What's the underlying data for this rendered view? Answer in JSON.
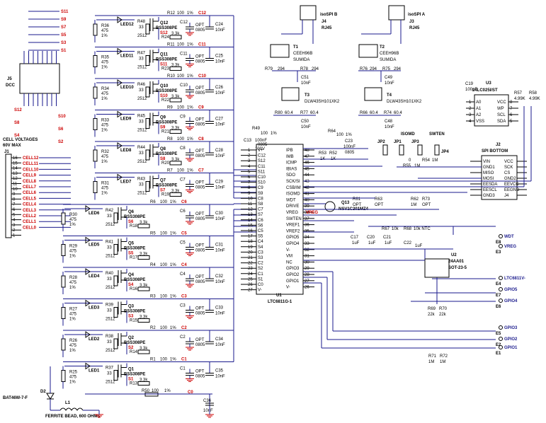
{
  "connectors": {
    "j5": {
      "ref": "J5",
      "name": "DCC"
    },
    "j1": {
      "ref": "J1",
      "title_line1": "CELL VOLTAGES",
      "title_line2": "60V MAX"
    },
    "j4": {
      "ref": "J4",
      "name": "RJ45",
      "label": "isoSPI B"
    },
    "j3": {
      "ref": "J3",
      "name": "RJ45",
      "label": "isoSPI A"
    },
    "j2": {
      "ref": "J2",
      "name": "SPI BOTTOM"
    }
  },
  "cell_labels": [
    "CELL12",
    "CELL11",
    "CELL10",
    "CELL9",
    "CELL8",
    "CELL7",
    "CELL6",
    "CELL5",
    "CELL4",
    "CELL3",
    "CELL2",
    "CELL1",
    "CELL0"
  ],
  "j1_pins": [
    "16",
    "15",
    "14",
    "13",
    "12",
    "11",
    "10",
    "9",
    "8",
    "7",
    "6",
    "5",
    "4",
    "3",
    "2",
    "1"
  ],
  "s_labels": [
    "S11",
    "S9",
    "S7",
    "S5",
    "S3",
    "S1",
    "S12",
    "S10",
    "S8",
    "S6",
    "S4",
    "S2"
  ],
  "channels": [
    {
      "led": "LED12",
      "rled": "R36",
      "q": "Q12",
      "rg": "R48",
      "rs": "R24",
      "rf": "R12",
      "c": "C12",
      "cf": "C24",
      "s": "S12",
      "cell": "C12"
    },
    {
      "led": "LED11",
      "rled": "R35",
      "q": "Q11",
      "rg": "R47",
      "rs": "R23",
      "rf": "R11",
      "c": "C11",
      "cf": "C25",
      "s": "S11",
      "cell": "C11"
    },
    {
      "led": "LED10",
      "rled": "R34",
      "q": "Q10",
      "rg": "R46",
      "rs": "R22",
      "rf": "R10",
      "c": "C10",
      "cf": "C26",
      "s": "S10",
      "cell": "C10"
    },
    {
      "led": "LED9",
      "rled": "R33",
      "q": "Q9",
      "rg": "R45",
      "rs": "R21",
      "rf": "R9",
      "c": "C9",
      "cf": "C27",
      "s": "S9",
      "cell": "C9"
    },
    {
      "led": "LED8",
      "rled": "R32",
      "q": "Q8",
      "rg": "R44",
      "rs": "R20",
      "rf": "R8",
      "c": "C8",
      "cf": "C28",
      "s": "S8",
      "cell": "C8"
    },
    {
      "led": "LED7",
      "rled": "R31",
      "q": "Q7",
      "rg": "R43",
      "rs": "R19",
      "rf": "R7",
      "c": "C7",
      "cf": "C29",
      "s": "S7",
      "cell": "C7"
    },
    {
      "led": "LED6",
      "rled": "R30",
      "q": "Q6",
      "rg": "R42",
      "rs": "R18",
      "rf": "R6",
      "c": "C6",
      "cf": "C30",
      "s": "S6",
      "cell": "C6"
    },
    {
      "led": "LED5",
      "rled": "R29",
      "q": "Q5",
      "rg": "R41",
      "rs": "R17",
      "rf": "R5",
      "c": "C5",
      "cf": "C31",
      "s": "S5",
      "cell": "C5"
    },
    {
      "led": "LED4",
      "rled": "R28",
      "q": "Q4",
      "rg": "R40",
      "rs": "R16",
      "rf": "R4",
      "c": "C4",
      "cf": "C32",
      "s": "S4",
      "cell": "C4"
    },
    {
      "led": "LED3",
      "rled": "R27",
      "q": "Q3",
      "rg": "R39",
      "rs": "R15",
      "rf": "R3",
      "c": "C3",
      "cf": "C33",
      "s": "S3",
      "cell": "C3"
    },
    {
      "led": "LED2",
      "rled": "R26",
      "q": "Q2",
      "rg": "R38",
      "rs": "R14",
      "rf": "R2",
      "c": "C2",
      "cf": "C34",
      "s": "S2",
      "cell": "C2"
    },
    {
      "led": "LED1",
      "rled": "R25",
      "q": "Q1",
      "rg": "R37",
      "rs": "R13",
      "rf": "R1",
      "c": "C1",
      "cf": "C35",
      "s": "S1",
      "cell": "C1"
    }
  ],
  "common": {
    "r475": "475",
    "r1pct": "1%",
    "r33": "33",
    "size2512": "2512",
    "mosfet": "BSS308PE",
    "r3k3": "3.3k",
    "r100": "100",
    "r1pct_short": "1%",
    "opt": "OPT",
    "size0805": "0805",
    "c10nf": "10nF"
  },
  "bottom": {
    "r50": "R50",
    "r50_val": "100",
    "r50_tol": "1%",
    "c36": "C36",
    "c36_val": "10nF",
    "c0": "C0",
    "d2": "D2",
    "d2_part": "BAT46W-7-F",
    "l1": "L1",
    "l1_desc": "FERRITE BEAD, 600 OHMS"
  },
  "ic": {
    "ref": "U1",
    "part": "LTC6811G-1",
    "left_pins": [
      "V+",
      "C12",
      "S12",
      "C11",
      "S11",
      "C10",
      "S10",
      "C9",
      "S9",
      "C8",
      "S8",
      "C7",
      "S7",
      "C6",
      "S6",
      "C5",
      "S5",
      "C4",
      "S4",
      "C3",
      "S3",
      "C2",
      "S2",
      "C1",
      "S1",
      "C0",
      "V-"
    ],
    "left_nums": [
      "1",
      "2",
      "3",
      "4",
      "5",
      "6",
      "7",
      "8",
      "9",
      "10",
      "11",
      "12",
      "13",
      "14",
      "15",
      "16",
      "17",
      "18",
      "19",
      "20",
      "21",
      "22",
      "23",
      "24",
      "25",
      "26",
      "27"
    ],
    "right_pins": [
      "IPB",
      "IMB",
      "ICMP",
      "IBIAS",
      "SDO",
      "SCK/SI",
      "CSB/IM",
      "ISOMD",
      "WDT",
      "DRIVE",
      "VREG",
      "SWTEN",
      "VREF1",
      "VREF2",
      "GPIO5",
      "GPIO4",
      "V-",
      "VM",
      "NC",
      "GPIO3",
      "GPIO2",
      "GPIO1",
      "V-"
    ],
    "right_nums": [
      "48",
      "47",
      "46",
      "45",
      "44",
      "43",
      "42",
      "41",
      "40",
      "39",
      "38",
      "37",
      "36",
      "35",
      "34",
      "33",
      "32",
      "31",
      "30",
      "29",
      "28",
      "27",
      "26"
    ]
  },
  "isospi": {
    "t1": "T1",
    "t1_part": "CEEH96B",
    "t1_mfr": "SUMIDA",
    "t2": "T2",
    "t2_part": "CEEH96B",
    "t2_mfr": "SUMIDA",
    "t3": "T3",
    "t3_part": "DLW43SH101XK2",
    "t4": "T4",
    "t4_part": "DLW43SH101XK2",
    "r79": "R79",
    "r79_val": "294",
    "r78": "R78",
    "r78_val": "294",
    "r76": "R76",
    "r76_val": "294",
    "r75": "R75",
    "r75_val": "294",
    "c51": "C51",
    "c51_val": "10nF",
    "c49": "C49",
    "c49_val": "10nF",
    "r80": "R80",
    "r80_val": "60.4",
    "r77": "R77",
    "r77_val": "60.4",
    "r66": "R66",
    "r66_val": "60.4",
    "r74": "R74",
    "r74_val": "60.4",
    "c50": "C50",
    "c50_val": "10nF",
    "c48": "C48",
    "c48_val": "10nF",
    "r64": "R64",
    "r64_val": "100",
    "r64_tol": "1%",
    "r53": "R53",
    "r53_val": "1K",
    "r52": "R52",
    "r52_val": "1K",
    "c23": "C23",
    "c23_val": "100nF",
    "c23_size": "0805",
    "r49": "R49",
    "r49_val": "100",
    "r49_tol": "1%",
    "c13": "C13",
    "c13_val": "100nF",
    "c13_size": "0805",
    "c13_v": "100V"
  },
  "right_block": {
    "u3": "U3",
    "u3_part": "24LC025I/ST",
    "u3_left": [
      "A0",
      "A1",
      "A2",
      "VSS"
    ],
    "u3_right": [
      "VCC",
      "WP",
      "SCL",
      "SDA"
    ],
    "c19": "C19",
    "c19_val": "100nF",
    "r57": "R57",
    "r57_val": "4.99K",
    "r58": "R58",
    "r58_val": "4.99K",
    "jp2": "JP2",
    "jp1": "JP1",
    "jp3": "JP3",
    "jp4": "JP4",
    "isomd": "ISOMD",
    "swten": "SWTEN",
    "r55": "R55",
    "r55_val": "1M",
    "r54": "R54",
    "r54_val": "1M",
    "r56": "0",
    "j2_left": [
      "VIN",
      "GND1",
      "MISO",
      "MOSI",
      "EESDA",
      "EESCL",
      "GND3"
    ],
    "j2_right": [
      "VCC",
      "SCK",
      "CS",
      "GND2",
      "EEVCC",
      "EEGND",
      "J4"
    ],
    "r63": "R63",
    "r63_val": "OPT",
    "r62": "R62",
    "r62_val": "1M",
    "r73": "R73",
    "r73_val": "OPT",
    "r61": "R61",
    "r61_val": "OPT"
  },
  "analog": {
    "q13": "Q13",
    "q13_part": "NSV1C201MZ4",
    "vreg": "VREG",
    "r67": "R67",
    "r67_val": "10k",
    "r68": "R68",
    "r68_val": "10k NTC",
    "c17": "C17",
    "c17_val": "1uF",
    "c20": "C20",
    "c20_val": "1uF",
    "c21": "C21",
    "c21_val": "1uF",
    "c22": "C22",
    "c22_val": "1uF",
    "u2": "U2",
    "u2_part": "24AA01",
    "u2_pkg": "SOT-23-5",
    "r69": "R69",
    "r69_val": "22k",
    "r70": "R70",
    "r70_val": "22k",
    "r71": "R71",
    "r71_val": "1M",
    "r72": "R72",
    "r72_val": "1M"
  },
  "testpoints": [
    {
      "ref": "E8",
      "label": "WDT"
    },
    {
      "ref": "E3",
      "label": "VREG"
    },
    {
      "ref": "E4",
      "label": "LTC6811V-"
    },
    {
      "ref": "E7",
      "label": "GPIO5"
    },
    {
      "ref": "E6",
      "label": "GPIO4"
    },
    {
      "ref": "E5",
      "label": "GPIO3"
    },
    {
      "ref": "E2",
      "label": "GPIO2"
    },
    {
      "ref": "E1",
      "label": "GPIO1"
    }
  ]
}
